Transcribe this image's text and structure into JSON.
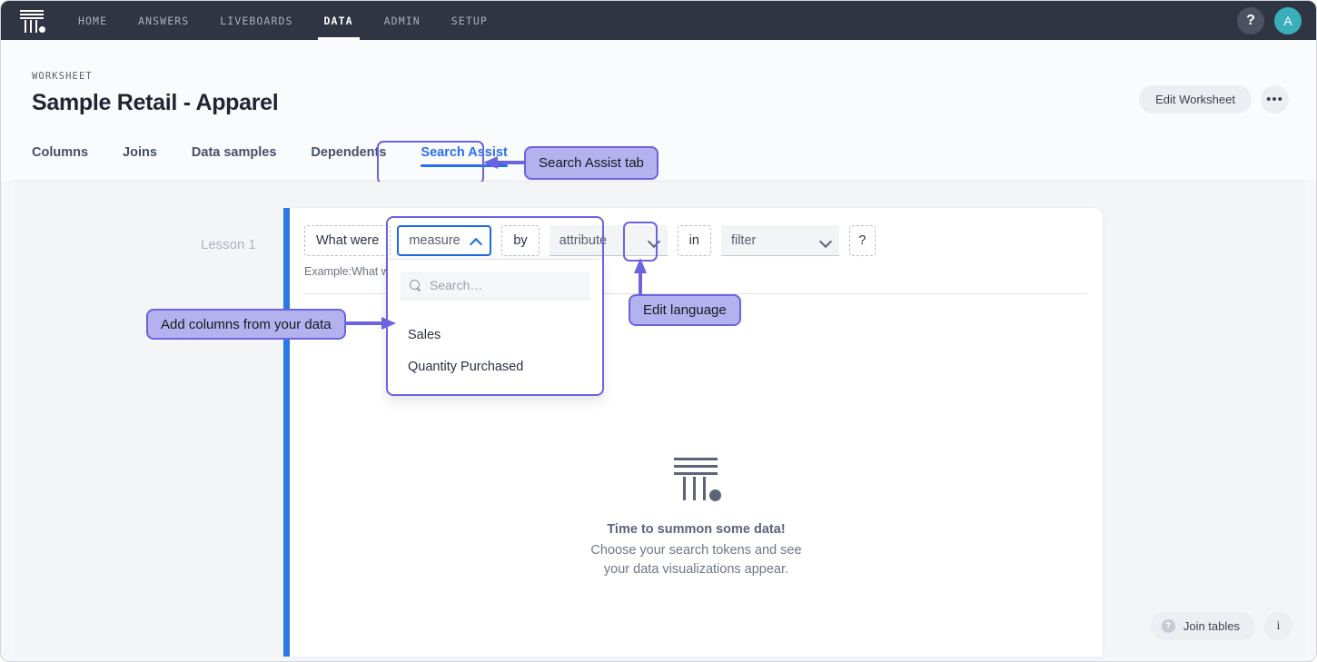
{
  "topnav": {
    "logo_name": "thoughtspot-logo",
    "items": [
      {
        "label": "HOME",
        "active": false
      },
      {
        "label": "ANSWERS",
        "active": false
      },
      {
        "label": "LIVEBOARDS",
        "active": false
      },
      {
        "label": "DATA",
        "active": true
      },
      {
        "label": "ADMIN",
        "active": false
      },
      {
        "label": "SETUP",
        "active": false
      }
    ],
    "help_label": "?",
    "avatar_label": "A"
  },
  "header": {
    "eyebrow": "WORKSHEET",
    "title": "Sample Retail - Apparel",
    "edit_worksheet_label": "Edit Worksheet",
    "more_label": "•••"
  },
  "tabs": [
    {
      "label": "Columns",
      "active": false
    },
    {
      "label": "Joins",
      "active": false
    },
    {
      "label": "Data samples",
      "active": false
    },
    {
      "label": "Dependents",
      "active": false
    },
    {
      "label": "Search Assist",
      "active": true
    }
  ],
  "lesson": {
    "label": "Lesson 1"
  },
  "search_assist": {
    "tokens": [
      {
        "name": "what-were",
        "type": "static",
        "label": "What were"
      },
      {
        "name": "measure",
        "type": "select",
        "label": "measure",
        "state": "open"
      },
      {
        "name": "by",
        "type": "static",
        "label": "by"
      },
      {
        "name": "attribute",
        "type": "select",
        "label": "attribute",
        "state": "closed"
      },
      {
        "name": "in",
        "type": "static",
        "label": "in"
      },
      {
        "name": "filter",
        "type": "select",
        "label": "filter",
        "state": "closed"
      },
      {
        "name": "question-mark",
        "type": "static",
        "label": "?"
      }
    ],
    "example_text": "Example:What we",
    "dropdown": {
      "search_placeholder": "Search…",
      "search_icon": "search-icon",
      "options": [
        "Sales",
        "Quantity Purchased"
      ]
    }
  },
  "empty_state": {
    "logo_name": "thoughtspot-logo",
    "title": "Time to summon some data!",
    "line1": "Choose your search tokens and see",
    "line2": "your data visualizations appear."
  },
  "bottom": {
    "join_tables_label": "Join tables",
    "join_help_icon": "help-icon",
    "info_label": "i"
  },
  "callouts": [
    {
      "name": "search-assist-tab-callout",
      "text": "Search Assist tab"
    },
    {
      "name": "add-columns-callout",
      "text": "Add columns from your data"
    },
    {
      "name": "edit-language-callout",
      "text": "Edit language"
    }
  ],
  "colors": {
    "nav_background": "#2f3542",
    "accent_blue": "#2a6ef0",
    "rail_blue": "#2a7ae8",
    "callout_fill": "#b3b2ef",
    "callout_border": "#6c63e0",
    "avatar_teal": "#3aafb9",
    "page_background": "#f4f5f7"
  }
}
